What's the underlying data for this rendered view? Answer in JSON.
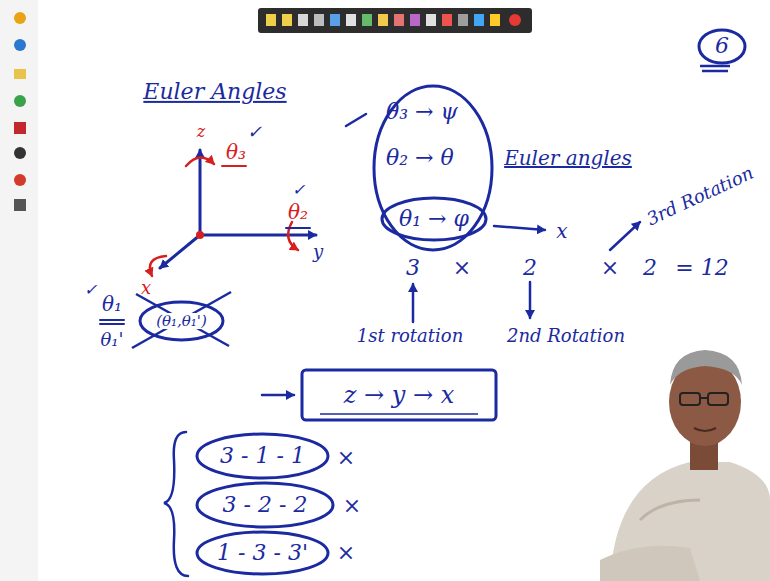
{
  "diagram": {
    "title": "Euler Angles",
    "nodes": [
      {
        "text": [
          "6"
        ]
      },
      {
        "text": [
          "(θ₁,θ₁')"
        ]
      },
      {
        "text": [
          "θ₃ → ψ",
          "θ₂ → θ"
        ]
      },
      {
        "text": [
          "θ₁ → φ"
        ],
        "in": 2
      },
      {
        "text": [
          "z → y → x"
        ]
      },
      {
        "text": [
          "3 - 1 - 1"
        ]
      },
      {
        "text": [
          "3 - 2 - 2"
        ]
      },
      {
        "text": [
          "1 - 3 - 3'"
        ]
      }
    ],
    "labels": [
      "z",
      "θ₃",
      "✓",
      "y",
      "θ₂",
      "✓",
      "x",
      "θ₁",
      "✓",
      "θ₁'",
      "Euler angles",
      "x",
      "3",
      "×",
      "2",
      "×",
      "2",
      "= 12",
      "1st rotation",
      "2nd Rotation",
      "3rd Rotation",
      "×",
      "×",
      "×"
    ]
  }
}
